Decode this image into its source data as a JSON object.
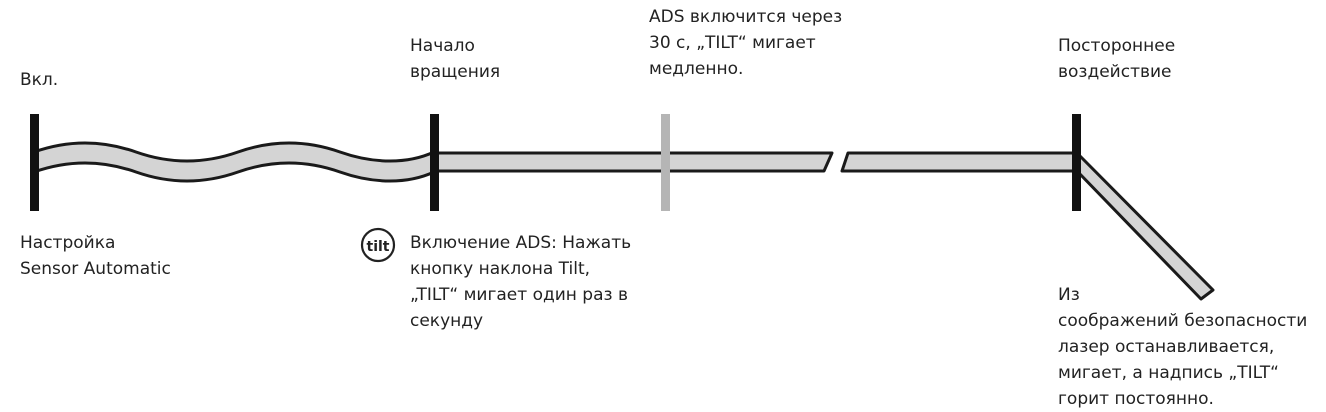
{
  "labels": {
    "power_on": [
      "Вкл."
    ],
    "rotation_start": [
      "Начало",
      "вращения"
    ],
    "ads_after_30s": [
      "ADS включится через",
      "30 с, „TILT“ мигает",
      "медленно."
    ],
    "external_impact": [
      "Постороннее",
      "воздействие"
    ],
    "setup": [
      "Настройка",
      "Sensor Automatic"
    ],
    "ads_activation": [
      "Включение ADS: Нажать",
      "кнопку наклона Tilt,",
      "„TILT“ мигает один раз в",
      "секунду"
    ],
    "safety": [
      "Из",
      "соображений безопасности",
      "лазер останавливается,",
      "мигает, а надпись „TILT“",
      "горит постоянно."
    ]
  },
  "tilt_button": {
    "text": "tilt",
    "icon": "tilt-button-icon"
  },
  "colors": {
    "text": "#222222",
    "marker": "#111111",
    "marker_light": "#b5b5b5",
    "band_fill": "#d4d4d4",
    "band_stroke": "#1a1a1a"
  }
}
